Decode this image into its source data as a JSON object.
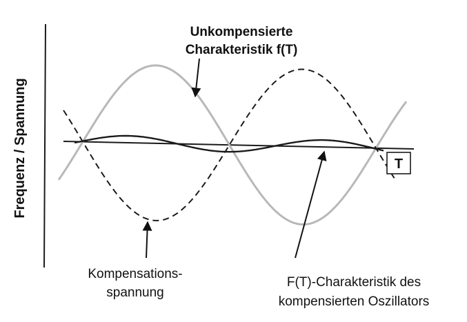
{
  "diagram": {
    "ylabel": "Frequenz / Spannung",
    "xlabel": "T",
    "labels": {
      "uncompensated": [
        "Unkompensierte",
        "Charakteristik f(T)"
      ],
      "compensation": [
        "Kompensations-",
        "spannung"
      ],
      "compensated": [
        "F(T)-Charakteristik des",
        "kompensierten Oszillators"
      ]
    },
    "curves": [
      {
        "name": "uncompensated",
        "style": "solid",
        "color": "#b8b8b8"
      },
      {
        "name": "compensation",
        "style": "dashed",
        "color": "#1a1a1a"
      },
      {
        "name": "compensated",
        "style": "solid",
        "color": "#1a1a1a"
      }
    ]
  }
}
